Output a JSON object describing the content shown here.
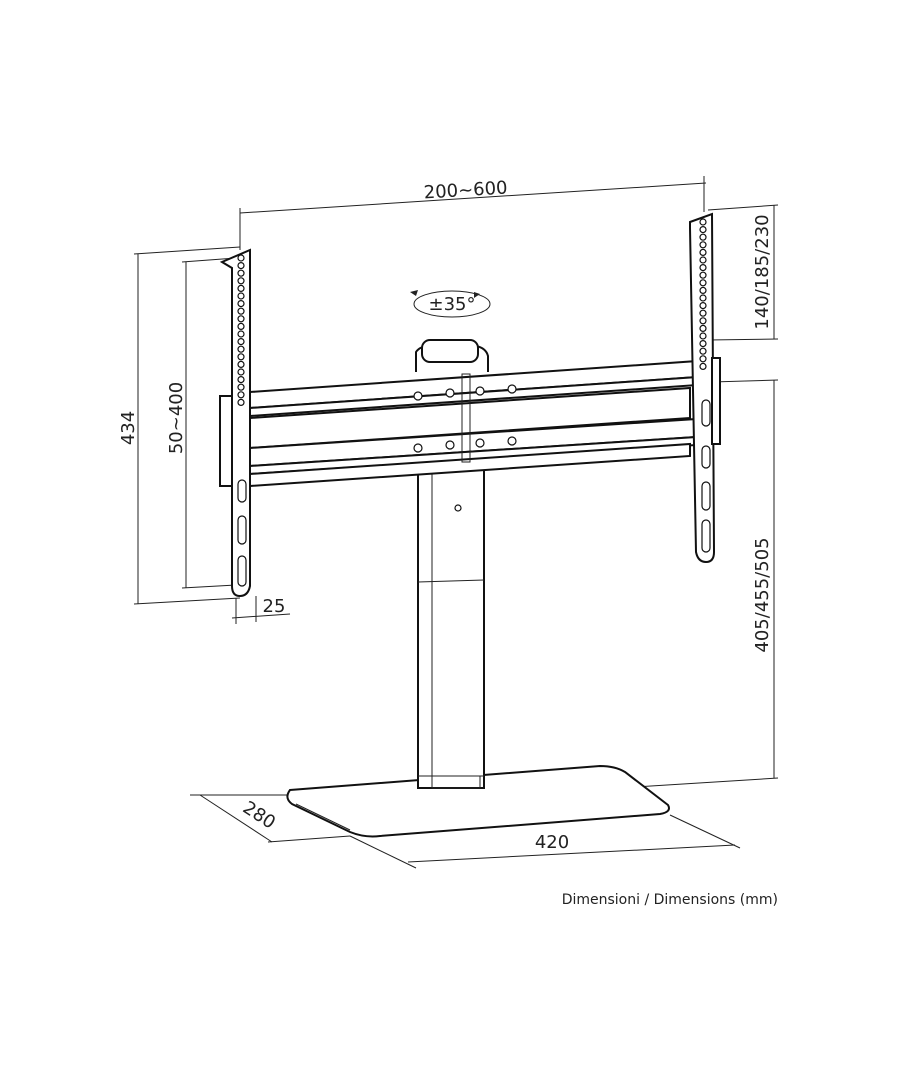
{
  "dimensions": {
    "width_range": "200~600",
    "vesa_offset": "140/185/230",
    "tilt": "±35°",
    "total_height": "434",
    "vesa_height": "50~400",
    "bracket_depth": "25",
    "column_height": "405/455/505",
    "base_depth": "280",
    "base_width": "420"
  },
  "caption": "Dimensioni / Dimensions (mm)",
  "colors": {
    "line": "#111111",
    "background": "#ffffff"
  }
}
